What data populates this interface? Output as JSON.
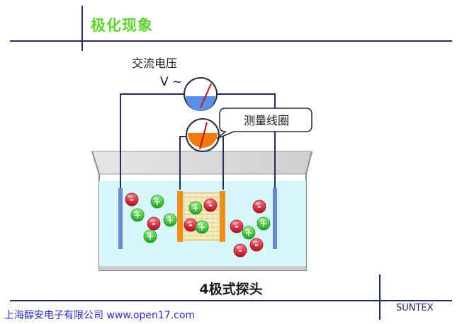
{
  "slide": {
    "title": "极化现象",
    "ac_voltage_label": "交流电压",
    "voltmeter_symbol": "V ~",
    "callout_text": "测量线圈",
    "probe_caption": "4极式探头",
    "company": "上海醇安电子有限公司 www.open17.com",
    "brand": "SUNTEX"
  },
  "ions": {
    "positive_symbol": "+",
    "negative_symbol": "-"
  },
  "colors": {
    "title": "#5ad82a",
    "frame_lines": "#1f2b6a",
    "electrolyte": "#d8f7fb",
    "tank_wall": "#d9d9d9",
    "outer_electrode": "#6688dd",
    "inner_electrode": "#f0901c",
    "coil": "#f5e9b6",
    "cation": "#3fc83a",
    "anion": "#e02a3a",
    "meter_fill_top": "#5b8fe6",
    "meter_fill_bottom": "#f07a10",
    "needle": "#cc1111",
    "wire": "#1f2b6a"
  }
}
